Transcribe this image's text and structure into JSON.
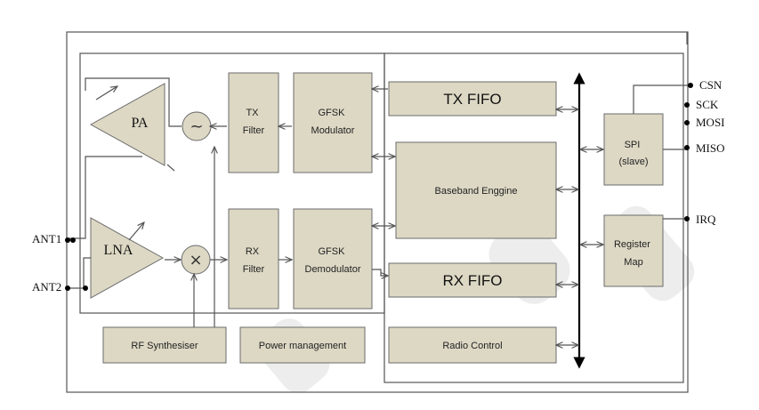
{
  "blocks": {
    "pa": "PA",
    "lna": "LNA",
    "tx_filter": [
      "TX",
      "Filter"
    ],
    "rx_filter": [
      "RX",
      "Filter"
    ],
    "gfsk_mod": [
      "GFSK",
      "Modulator"
    ],
    "gfsk_demod": [
      "GFSK",
      "Demodulator"
    ],
    "tx_fifo": "TX FIFO",
    "rx_fifo": "RX FIFO",
    "baseband": "Baseband Enggine",
    "radio_control": "Radio Control",
    "spi": [
      "SPI",
      "(slave)"
    ],
    "register_map": [
      "Register",
      "Map"
    ],
    "rf_synth": "RF Synthesiser",
    "power_mgmt": "Power management",
    "oscillator_symbol": "~",
    "mixer_symbol": "×"
  },
  "pins": {
    "ant1": "ANT1",
    "ant2": "ANT2",
    "csn": "CSN",
    "sck": "SCK",
    "mosi": "MOSI",
    "miso": "MISO",
    "irq": "IRQ"
  }
}
